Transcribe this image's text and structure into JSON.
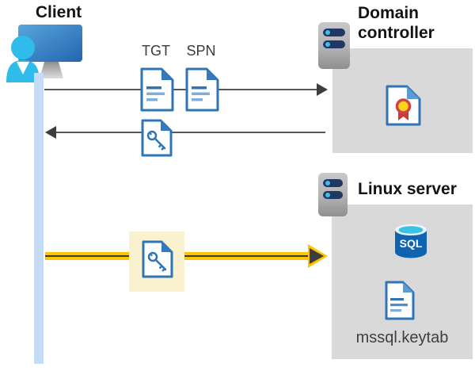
{
  "client": {
    "title": "Client"
  },
  "domain_controller": {
    "title": "Domain controller"
  },
  "linux_server": {
    "title": "Linux server",
    "sql_badge": "SQL",
    "keytab_filename": "mssql.keytab"
  },
  "tickets": {
    "tgt": "TGT",
    "spn": "SPN"
  },
  "flows": [
    {
      "name": "client-to-domain-controller",
      "direction": "right",
      "style": "thin-gray-arrow",
      "items": [
        "tgt-document",
        "spn-document"
      ]
    },
    {
      "name": "domain-controller-to-client",
      "direction": "left",
      "style": "thin-gray-arrow",
      "items": [
        "key-document"
      ]
    },
    {
      "name": "client-to-linux-server",
      "direction": "right",
      "style": "thick-yellow-arrow",
      "items": [
        "key-document-highlighted"
      ]
    }
  ],
  "colors": {
    "document_blue": "#2E75B6",
    "document_fold_blue": "#3579BE",
    "document_fold_light": "#5B9BD5",
    "panel_gray": "#D9D9D9",
    "arrow_gray": "#3D3D3D",
    "arrow_yellow": "#FFC400",
    "highlight_yellow": "#FAF2CF",
    "lifeline_blue": "#C5DCF8",
    "sql_cylinder_blue": "#1063B0",
    "sql_top_teal": "#3BC1E3",
    "server_slot_navy": "#1F3864",
    "server_dot_blue": "#45BCE8",
    "person_cyan": "#2FBCEA",
    "monitor_blue_start": "#58A5DD",
    "monitor_blue_end": "#2465AE",
    "certificate_seal_yellow": "#FFD21E",
    "certificate_seal_red": "#D04343"
  }
}
